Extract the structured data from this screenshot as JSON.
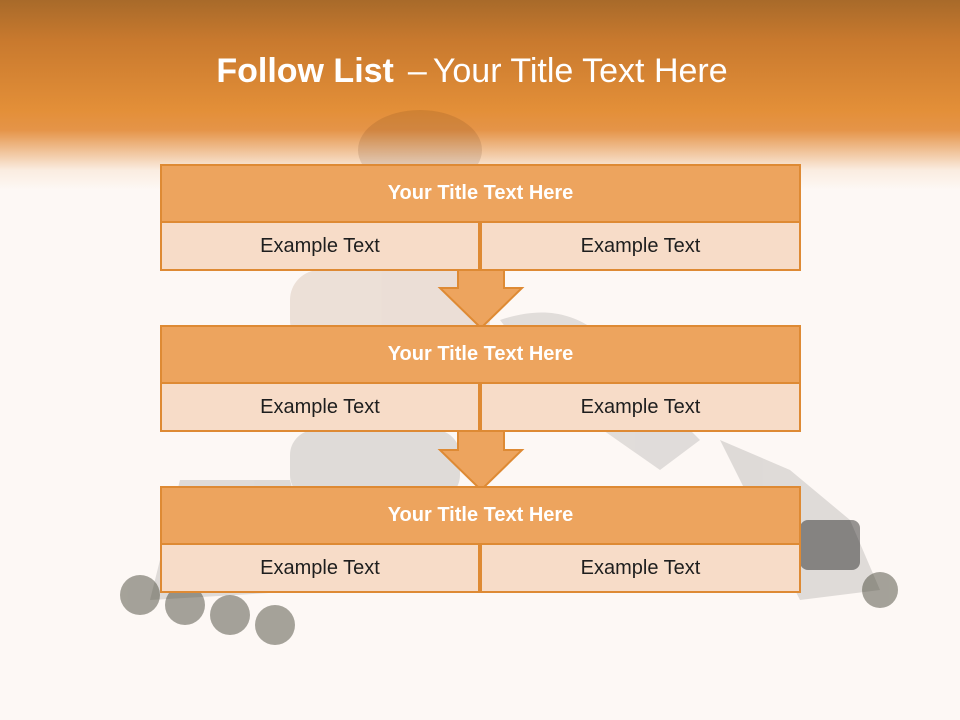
{
  "slide": {
    "title_bold": "Follow List",
    "title_dash": "–",
    "title_rest": "Your Title Text Here"
  },
  "colors": {
    "header": "#e38f38",
    "box_title_fill": "#eda45e",
    "box_border": "#de8a34",
    "box_cell_fill": "#f7dcc8",
    "background": "#fdf8f5"
  },
  "blocks": [
    {
      "title": "Your Title Text Here",
      "left": "Example Text",
      "right": "Example Text"
    },
    {
      "title": "Your Title Text Here",
      "left": "Example Text",
      "right": "Example Text"
    },
    {
      "title": "Your Title Text Here",
      "left": "Example Text",
      "right": "Example Text"
    }
  ],
  "arrows": [
    "down-arrow-icon",
    "down-arrow-icon"
  ],
  "background_image": "inline-skater-figure"
}
